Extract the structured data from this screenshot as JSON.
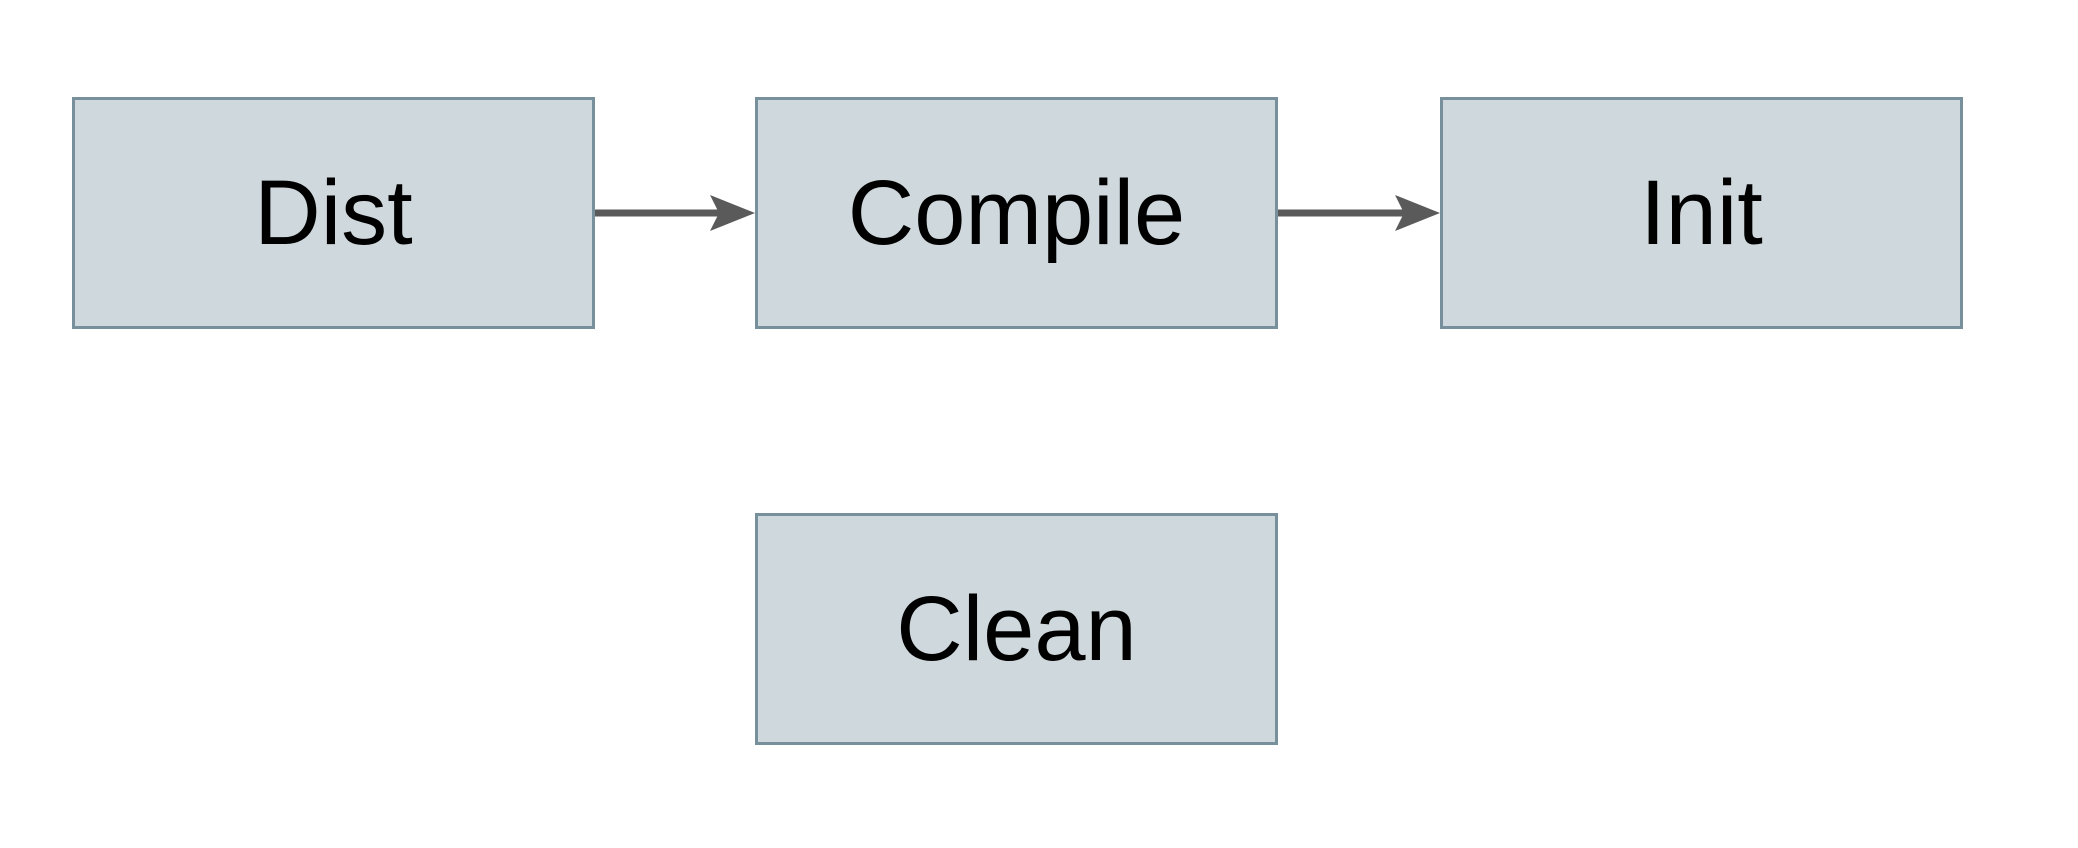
{
  "diagram": {
    "colors": {
      "background": "#ffffff",
      "node-fill": "#cfd8dc",
      "node-border": "#78909c",
      "node-text": "#000000",
      "arrow": "#5a5a5a"
    },
    "nodes": [
      {
        "id": "dist",
        "label": "Dist"
      },
      {
        "id": "compile",
        "label": "Compile"
      },
      {
        "id": "init",
        "label": "Init"
      },
      {
        "id": "clean",
        "label": "Clean"
      }
    ],
    "edges": [
      {
        "from": "dist",
        "to": "compile",
        "style": "arrow-right"
      },
      {
        "from": "compile",
        "to": "init",
        "style": "arrow-right"
      }
    ]
  }
}
